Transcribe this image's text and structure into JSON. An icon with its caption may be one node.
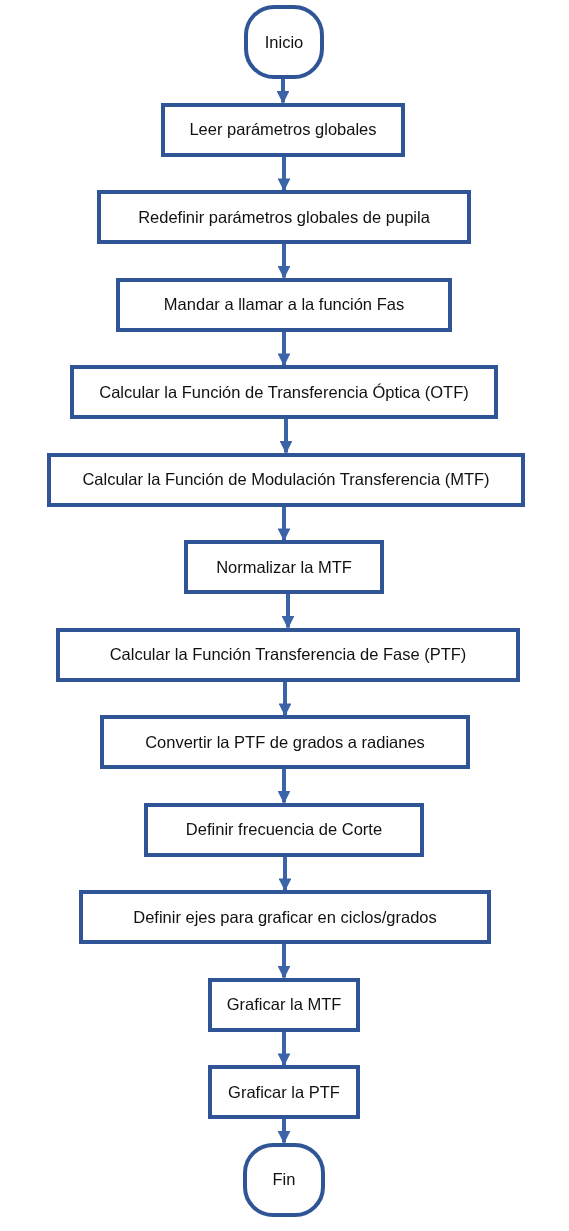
{
  "diagram": {
    "nodes": [
      {
        "text": [
          "Inicio"
        ]
      },
      {
        "text": [
          "Leer parámetros globales"
        ]
      },
      {
        "text": [
          "Redefinir parámetros globales de pupila"
        ]
      },
      {
        "text": [
          "Mandar a llamar a la función Fas"
        ]
      },
      {
        "text": [
          "Calcular la Función de Transferencia Óptica (OTF)"
        ]
      },
      {
        "text": [
          "Calcular la Función de Modulación Transferencia (MTF)"
        ]
      },
      {
        "text": [
          "Normalizar la MTF"
        ]
      },
      {
        "text": [
          "Calcular la Función Transferencia de Fase (PTF)"
        ]
      },
      {
        "text": [
          "Convertir la PTF de grados a radianes"
        ]
      },
      {
        "text": [
          "Definir frecuencia de Corte"
        ]
      },
      {
        "text": [
          "Definir ejes para graficar en ciclos/grados"
        ]
      },
      {
        "text": [
          "Graficar la MTF"
        ]
      },
      {
        "text": [
          "Graficar la PTF"
        ]
      },
      {
        "text": [
          "Fin"
        ]
      }
    ],
    "edges": [
      {
        "from": 0,
        "to": 1,
        "arrow": "to"
      },
      {
        "from": 1,
        "to": 2,
        "arrow": "to"
      },
      {
        "from": 2,
        "to": 3,
        "arrow": "to"
      },
      {
        "from": 3,
        "to": 4,
        "arrow": "to"
      },
      {
        "from": 4,
        "to": 5,
        "arrow": "to"
      },
      {
        "from": 5,
        "to": 6,
        "arrow": "to"
      },
      {
        "from": 6,
        "to": 7,
        "arrow": "to"
      },
      {
        "from": 7,
        "to": 8,
        "arrow": "to"
      },
      {
        "from": 8,
        "to": 9,
        "arrow": "to"
      },
      {
        "from": 9,
        "to": 10,
        "arrow": "to"
      },
      {
        "from": 10,
        "to": 11,
        "arrow": "to"
      },
      {
        "from": 11,
        "to": 12,
        "arrow": "to"
      },
      {
        "from": 12,
        "to": 13,
        "arrow": "to"
      }
    ]
  }
}
